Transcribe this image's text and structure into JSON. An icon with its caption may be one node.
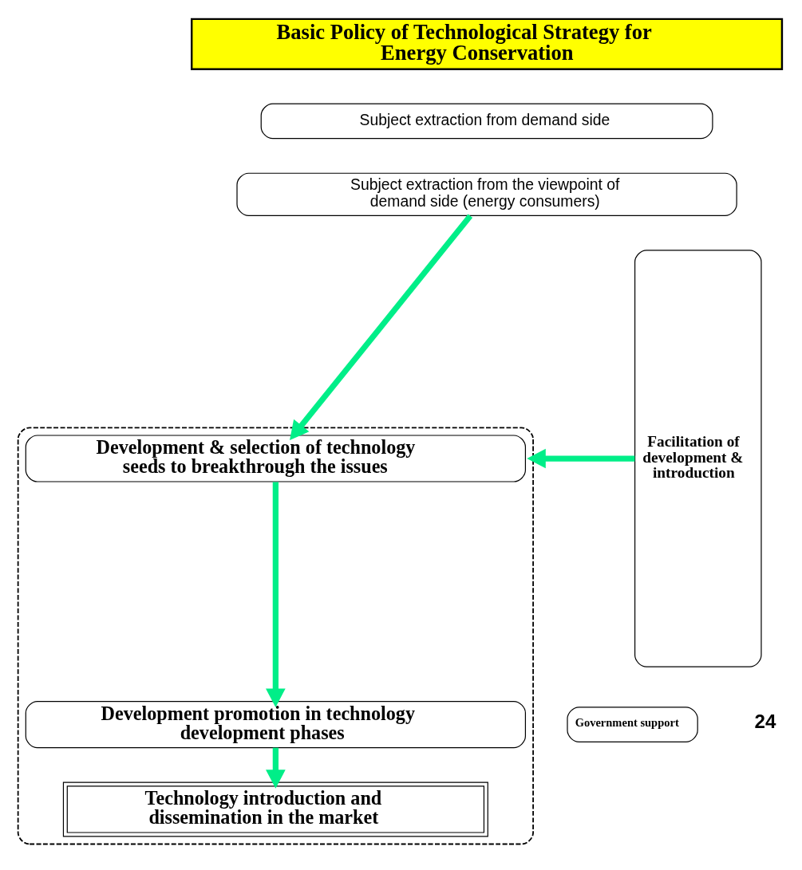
{
  "diagram": {
    "nodes": [
      {
        "text": [
          "Basic Policy of Technological Strategy for Energy Conservation"
        ]
      },
      {
        "text": [
          "Subject extraction from demand side"
        ]
      },
      {
        "text": [
          "Subject extraction from the viewpoint of demand side (energy consumers)"
        ]
      },
      {
        "text": [],
        "shape": "box"
      },
      {
        "text": [
          "Development & selection of technology seeds to breakthrough the issues"
        ],
        "in": 3
      },
      {
        "text": [
          "Development promotion in technology development phases"
        ],
        "in": 3
      },
      {
        "text": [
          "Technology introduction and dissemination in the market"
        ],
        "in": 3
      },
      {
        "text": [
          "Government support"
        ]
      },
      {
        "text": [
          "Facilitation of development & introduction"
        ]
      }
    ],
    "edges": [
      {
        "from": 2,
        "to": 4,
        "arrow": "to"
      },
      {
        "from": 4,
        "to": 5,
        "arrow": "to"
      },
      {
        "from": 5,
        "to": 6,
        "arrow": "to"
      },
      {
        "from": 8,
        "to": 3,
        "arrow": "to"
      }
    ],
    "labels": [
      "24"
    ]
  }
}
